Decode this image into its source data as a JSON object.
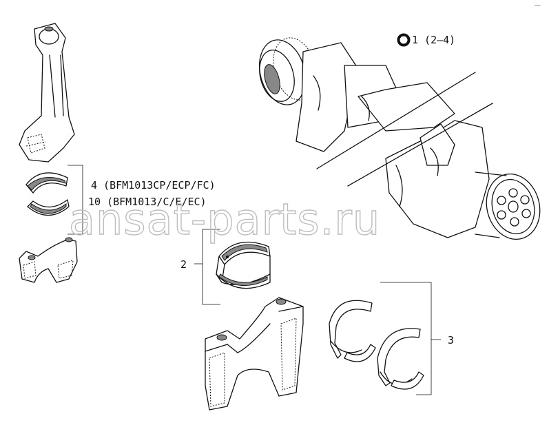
{
  "labels": {
    "crankshaft_ref": "1 (2–4)",
    "main_bearing_ref": "2",
    "thrust_washer_ref": "3",
    "conrod_bearing_ref_1": "4 (BFM1013CP/ECP/FC)",
    "conrod_bearing_ref_2": "10 (BFM1013/C/E/EC)"
  },
  "watermark": "ansat-parts.ru",
  "corner_mark": "——"
}
